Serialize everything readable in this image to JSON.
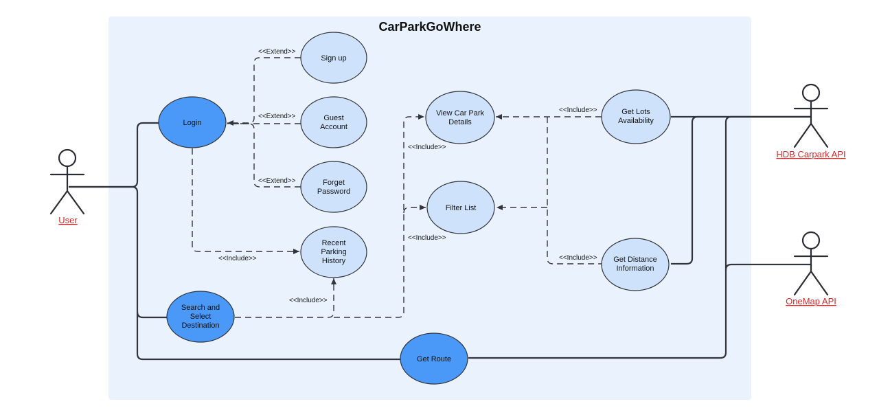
{
  "system": {
    "title": "CarParkGoWhere"
  },
  "actors": {
    "user": "User",
    "hdb": "HDB Carpark API",
    "onemap": "OneMap API"
  },
  "use_cases": {
    "login": [
      "Login"
    ],
    "signup": [
      "Sign up"
    ],
    "guest": [
      "Guest",
      "Account"
    ],
    "forget": [
      "Forget",
      "Password"
    ],
    "recent": [
      "Recent",
      "Parking",
      "History"
    ],
    "search": [
      "Search and",
      "Select",
      "Destination"
    ],
    "route": [
      "Get Route"
    ],
    "view": [
      "View Car Park",
      "Details"
    ],
    "filter": [
      "Filter List"
    ],
    "lots": [
      "Get Lots",
      "Availability"
    ],
    "distance": [
      "Get Distance",
      "Information"
    ]
  },
  "stereotypes": {
    "extend_signup": "<<Extend>>",
    "extend_guest": "<<Extend>>",
    "extend_forget": "<<Extend>>",
    "include_login_recent": "<<Include>>",
    "include_search_recent": "<<Include>>",
    "include_view": "<<Include>>",
    "include_filter": "<<Include>>",
    "include_lots": "<<Include>>",
    "include_distance": "<<Include>>"
  },
  "colors": {
    "system_boundary": "#eaf3fd",
    "primary_use_case": "#4a98f7",
    "secondary_use_case": "#cfe2fb",
    "actor_label": "#d32a2a"
  }
}
